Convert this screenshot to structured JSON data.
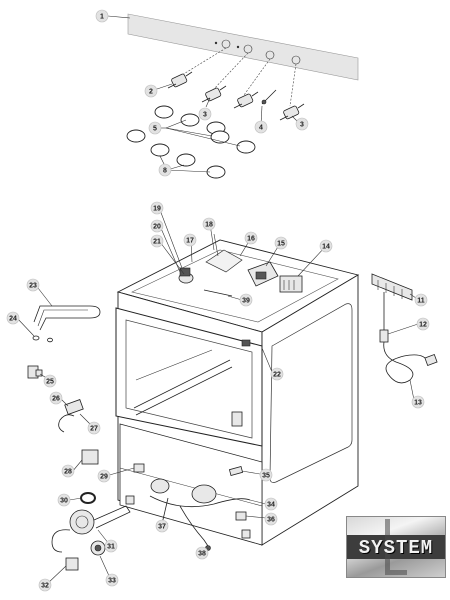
{
  "callouts": [
    "1",
    "2",
    "3",
    "3",
    "4",
    "5",
    "8",
    "19",
    "20",
    "21",
    "17",
    "18",
    "16",
    "15",
    "14",
    "39",
    "23",
    "24",
    "25",
    "26",
    "27",
    "28",
    "29",
    "30",
    "31",
    "32",
    "33",
    "22",
    "11",
    "12",
    "13",
    "35",
    "34",
    "36",
    "37",
    "38"
  ],
  "logo": {
    "text": "SYSTEM",
    "colors": {
      "band": "#3d3d3d",
      "text": "#f2f2f2",
      "metal": "#b4b4b4"
    }
  }
}
